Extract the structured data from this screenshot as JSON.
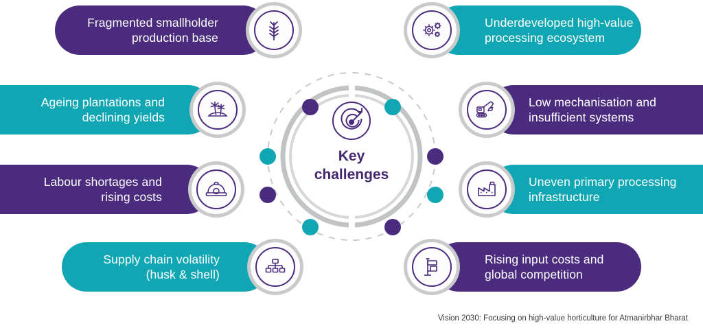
{
  "title": "Key challenges",
  "center": {
    "text": "Key\nchallenges",
    "icon": "target-arrow-icon"
  },
  "colors": {
    "purple": "#4a2b7d",
    "teal": "#10a6b3",
    "ring_grey": "#c9cacb",
    "text_white": "#ffffff",
    "footer_text": "#3b3b3b"
  },
  "challenges": [
    {
      "id": "fragmented-smallholder-production-base",
      "label": "Fragmented smallholder\nproduction base",
      "color": "purple",
      "side": "left",
      "icon": "wheat-icon"
    },
    {
      "id": "underdeveloped-high-value-processing-ecosystem",
      "label": "Underdeveloped high-value\nprocessing ecosystem",
      "color": "teal",
      "side": "right",
      "icon": "gears-icon"
    },
    {
      "id": "ageing-plantations-and-declining-yields",
      "label": "Ageing plantations and\ndeclining yields",
      "color": "teal",
      "side": "left",
      "icon": "palm-tree-icon"
    },
    {
      "id": "low-mechanisation-and-insufficient-systems",
      "label": "Low mechanisation and\ninsufficient systems",
      "color": "purple",
      "side": "right",
      "icon": "excavator-icon"
    },
    {
      "id": "labour-shortages-and-rising-costs",
      "label": "Labour shortages and\nrising costs",
      "color": "purple",
      "side": "left",
      "icon": "hard-hat-icon"
    },
    {
      "id": "uneven-primary-processing-infrastructure",
      "label": "Uneven primary processing\ninfrastructure",
      "color": "teal",
      "side": "right",
      "icon": "factory-icon"
    },
    {
      "id": "supply-chain-volatility-husk-and-shell",
      "label": "Supply chain volatility\n(husk & shell)",
      "color": "teal",
      "side": "left",
      "icon": "hierarchy-icon"
    },
    {
      "id": "rising-input-costs-and-global-competition",
      "label": "Rising input costs and\nglobal competition",
      "color": "purple",
      "side": "right",
      "icon": "price-tag-stand-icon"
    }
  ],
  "orbit_dots": [
    {
      "color": "purple"
    },
    {
      "color": "teal"
    },
    {
      "color": "teal"
    },
    {
      "color": "purple"
    },
    {
      "color": "purple"
    },
    {
      "color": "teal"
    },
    {
      "color": "teal"
    },
    {
      "color": "purple"
    }
  ],
  "footer": {
    "caption": "Vision 2030: Focusing on high-value horticulture for Atmanirbhar Bharat"
  }
}
